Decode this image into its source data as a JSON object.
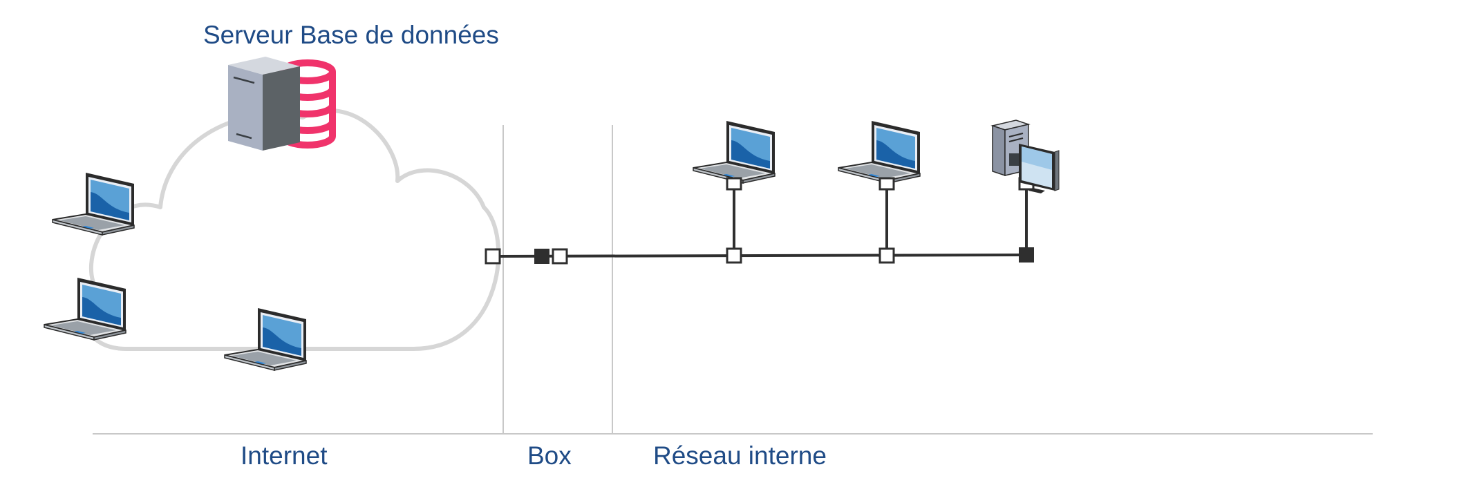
{
  "labels": {
    "server": "Serveur Base de données",
    "internet": "Internet",
    "box": "Box",
    "internal_network": "Réseau interne"
  },
  "colors": {
    "label_text": "#1f4b86",
    "cloud_outline": "#d6d6d6",
    "link_line": "#2f2f2f",
    "divider": "#c8c8c8",
    "database_accent": "#f0336b",
    "laptop_screen": "#1a6db5",
    "server_body": "#a9b1c2",
    "server_side": "#5c6266"
  },
  "icons": {
    "server": "database-server-icon",
    "laptop": "laptop-icon",
    "workstation": "desktop-workstation-icon",
    "cloud": "cloud-icon"
  }
}
